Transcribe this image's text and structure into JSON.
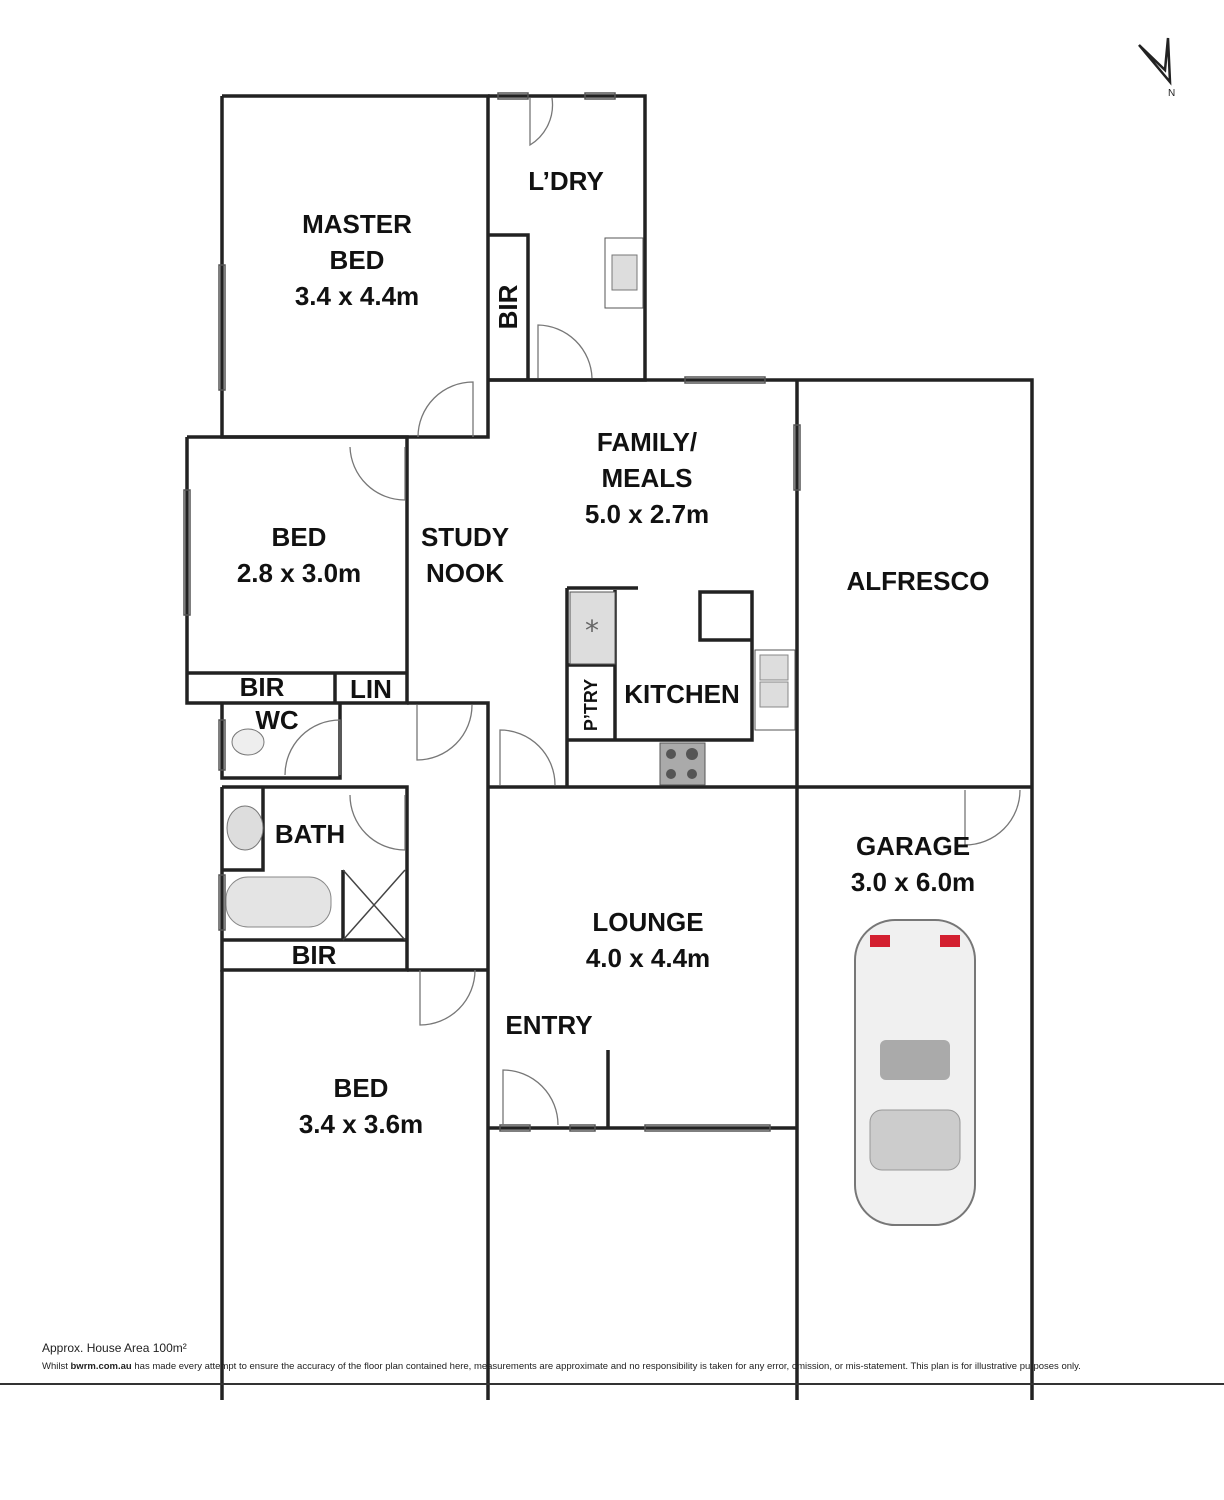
{
  "rooms": {
    "master_bed": {
      "name": "MASTER",
      "name2": "BED",
      "size": "3.4 x 4.4m"
    },
    "laundry": {
      "name": "L’DRY"
    },
    "bir_master": {
      "name": "BIR"
    },
    "family": {
      "name": "FAMILY/",
      "name2": "MEALS",
      "size": "5.0 x 2.7m"
    },
    "alfresco": {
      "name": "ALFRESCO"
    },
    "bed2": {
      "name": "BED",
      "size": "2.8 x 3.0m"
    },
    "study": {
      "name": "STUDY",
      "name2": "NOOK"
    },
    "bir_bed2": {
      "name": "BIR"
    },
    "linen": {
      "name": "LIN"
    },
    "wc": {
      "name": "WC"
    },
    "pantry": {
      "name": "P’TRY"
    },
    "kitchen": {
      "name": "KITCHEN"
    },
    "bath": {
      "name": "BATH"
    },
    "bir_bath": {
      "name": "BIR"
    },
    "garage": {
      "name": "GARAGE",
      "size": "3.0 x 6.0m"
    },
    "lounge": {
      "name": "LOUNGE",
      "size": "4.0 x 4.4m"
    },
    "entry": {
      "name": "ENTRY"
    },
    "bed3": {
      "name": "BED",
      "size": "3.4 x 3.6m"
    }
  },
  "compass": {
    "label": "N"
  },
  "footer": {
    "area": "Approx. House Area 100m²",
    "disclaimer_pre": "Whilst ",
    "disclaimer_brand": "bwrm.com.au",
    "disclaimer_post": " has made every attempt to ensure the accuracy of the floor plan contained here, measurements are approximate and no responsibility is taken for any error, omission, or mis-statement. This plan is for illustrative purposes only."
  }
}
